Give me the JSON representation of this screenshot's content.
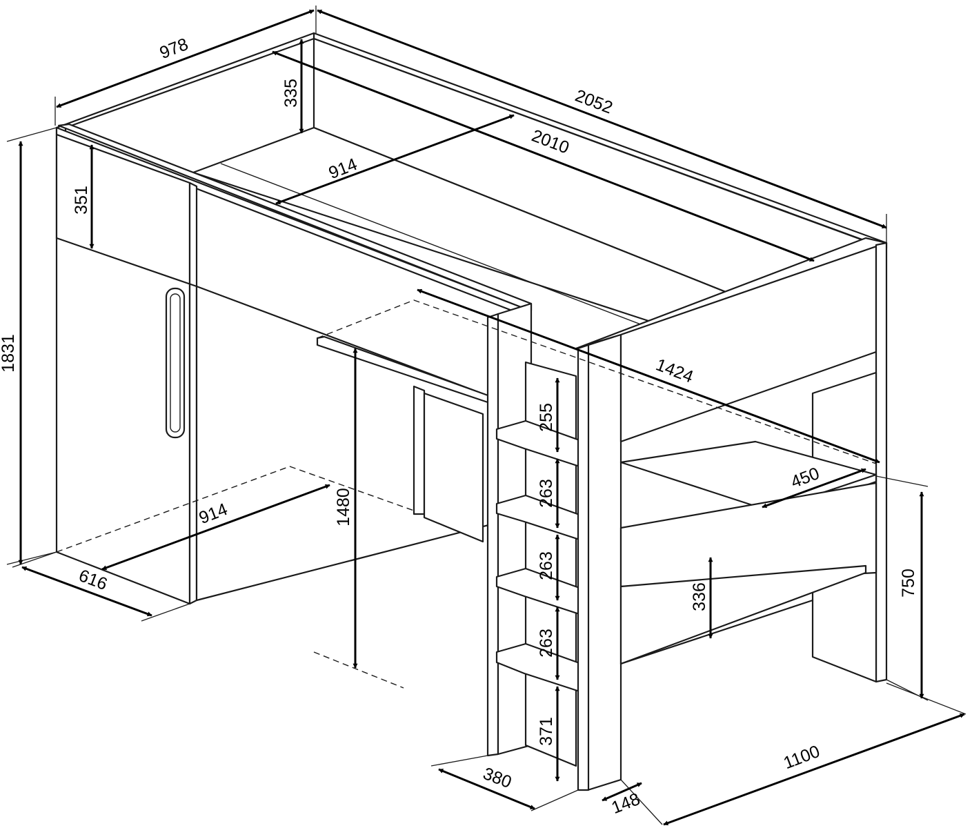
{
  "diagram": {
    "dimensions": {
      "top_width": "978",
      "total_length": "2052",
      "rail_height": "335",
      "mattress_length": "2010",
      "mattress_width": "914",
      "front_panel_height": "351",
      "total_height": "1831",
      "desk_span": "1424",
      "desk_depth": "450",
      "desk_clearance": "1480",
      "wardrobe_width": "914",
      "wardrobe_depth": "616",
      "step_1": "255",
      "step_2": "263",
      "step_3": "263",
      "step_4": "263",
      "step_base": "371",
      "drawer_height": "336",
      "desk_height": "750",
      "ladder_depth": "380",
      "post_width": "148",
      "overall_width": "1100"
    }
  }
}
